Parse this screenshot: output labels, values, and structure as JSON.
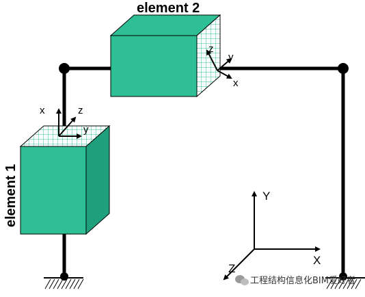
{
  "labels": {
    "element1": "element 1",
    "element2": "element 2"
  },
  "global_axes": {
    "x": "X",
    "y": "Y",
    "z": "Z"
  },
  "element1_local_axes": {
    "x": "x",
    "y": "y",
    "z": "z"
  },
  "element2_local_axes": {
    "x": "x",
    "y": "y",
    "z": "z"
  },
  "watermark": {
    "text": "工程结构信息化BIM爱好者",
    "icon": "wechat-icon"
  },
  "colors": {
    "element_face": "#2fbf95",
    "element_side": "#1fa07c",
    "grid_face": "#ffffff",
    "grid_line": "#2fbf95",
    "frame": "#000000"
  }
}
